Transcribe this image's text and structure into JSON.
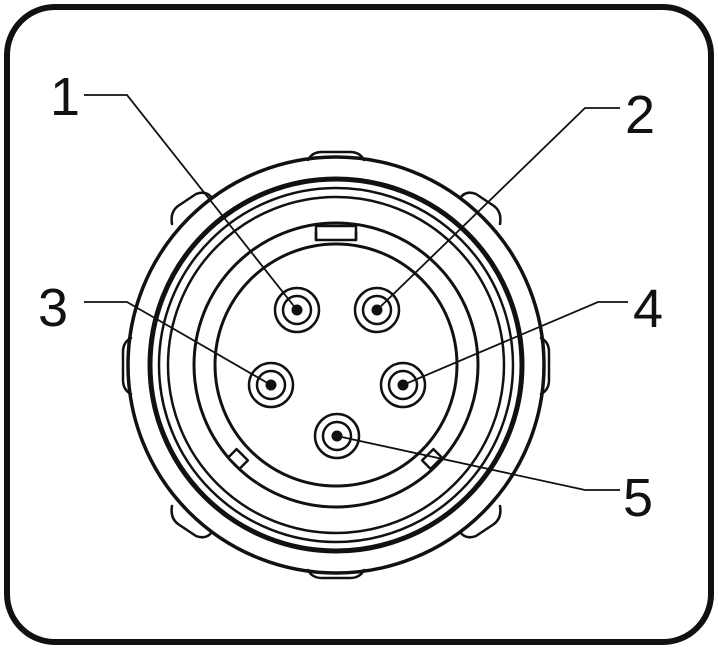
{
  "diagram": {
    "stroke_color": "#111111",
    "background": "#ffffff",
    "pins": [
      {
        "label": "1"
      },
      {
        "label": "2"
      },
      {
        "label": "3"
      },
      {
        "label": "4"
      },
      {
        "label": "5"
      }
    ]
  }
}
